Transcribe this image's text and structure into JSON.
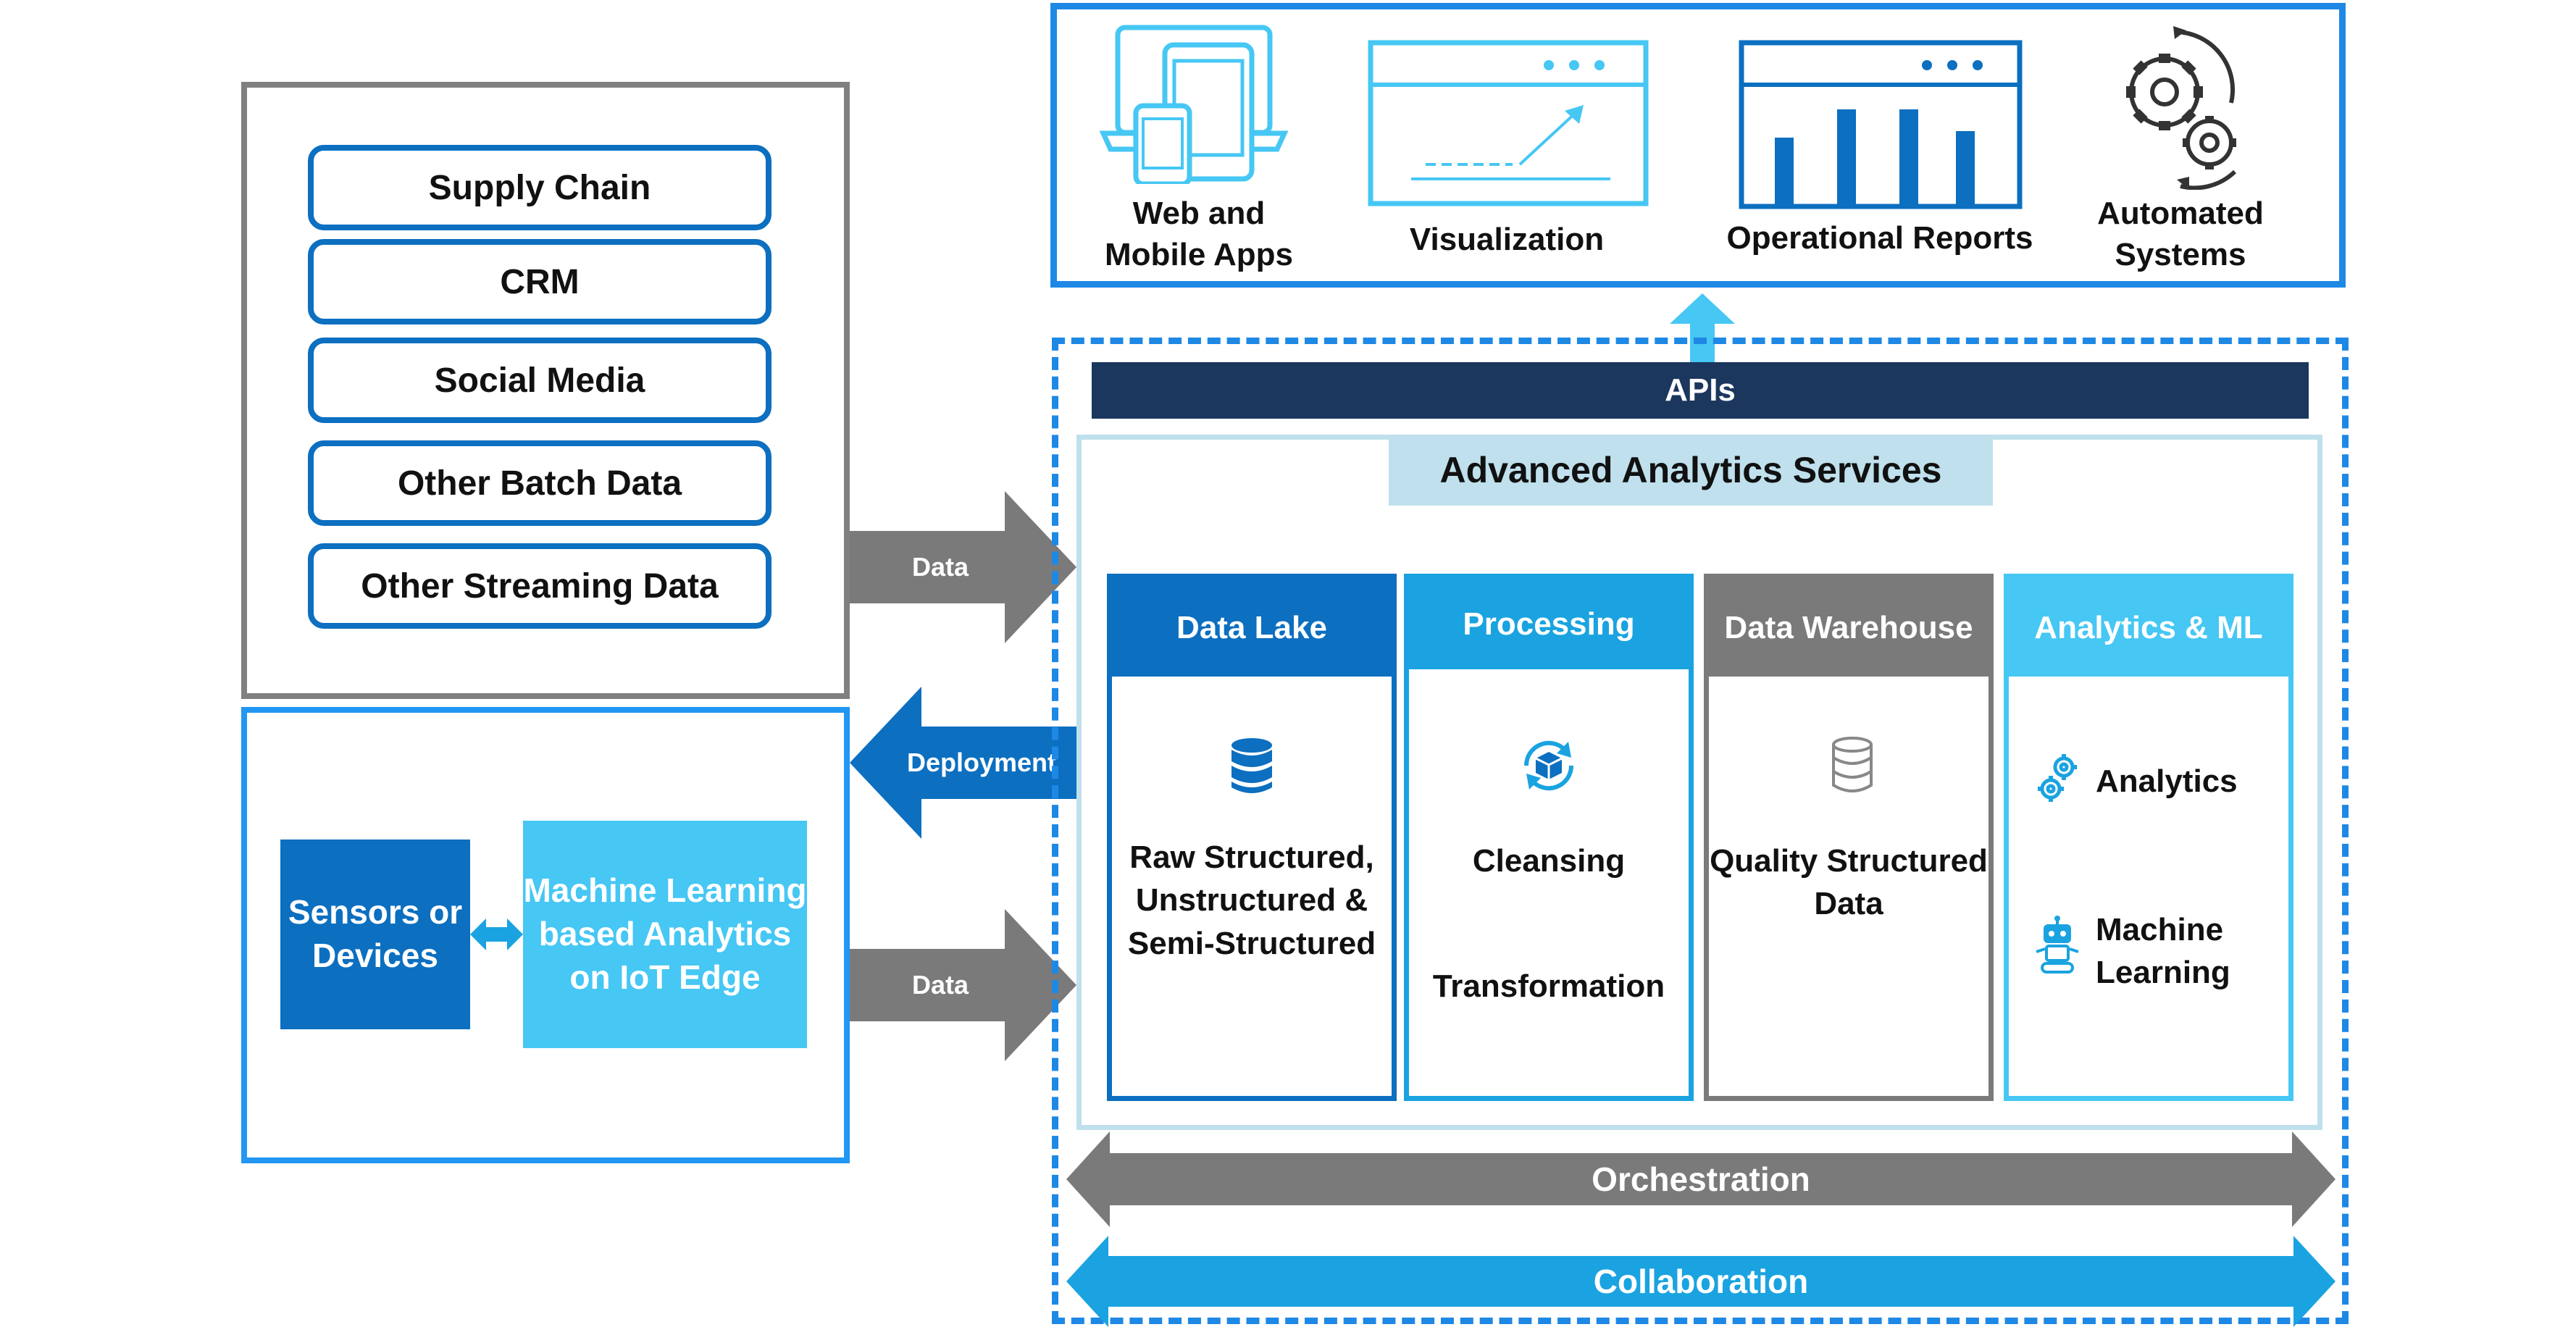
{
  "sources": {
    "items": [
      "Supply Chain",
      "CRM",
      "Social Media",
      "Other Batch Data",
      "Other Streaming Data"
    ]
  },
  "edge": {
    "sensors": "Sensors or Devices",
    "ml_edge": "Machine Learning based Analytics on IoT Edge"
  },
  "flows": {
    "data_in_top": "Data",
    "deployment": "Deployment",
    "data_in_bottom": "Data"
  },
  "outputs": {
    "web_mobile": "Web and Mobile Apps",
    "visualization": "Visualization",
    "operational_reports": "Operational Reports",
    "automated_systems": "Automated Systems"
  },
  "platform": {
    "apis": "APIs",
    "aas_title": "Advanced Analytics Services",
    "columns": {
      "data_lake": {
        "title": "Data Lake",
        "body": "Raw Structured, Unstructured & Semi-Structured"
      },
      "processing": {
        "title": "Processing",
        "body_1": "Cleansing",
        "body_2": "Transformation"
      },
      "data_warehouse": {
        "title": "Data Warehouse",
        "body": "Quality Structured Data"
      },
      "analytics_ml": {
        "title": "Analytics & ML",
        "item_1": "Analytics",
        "item_2": "Machine Learning"
      }
    },
    "orchestration": "Orchestration",
    "collaboration": "Collaboration"
  },
  "colors": {
    "dark_blue": "#0c6fc0",
    "mid_blue": "#1aa3e0",
    "light_blue": "#46c7f4",
    "navy": "#1c375e",
    "gray": "#7a7a7a",
    "pale_blue": "#bfe0ec"
  },
  "icons": [
    "laptop-tablet-phone-icon",
    "chart-window-icon",
    "bar-chart-window-icon",
    "gears-icon",
    "database-icon",
    "recycle-box-icon",
    "database-outline-icon",
    "gear-cluster-icon",
    "robot-icon"
  ]
}
